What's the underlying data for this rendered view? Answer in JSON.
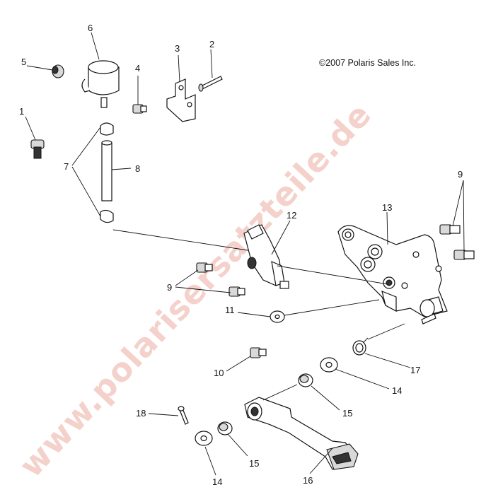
{
  "copyright": "©2007 Polaris Sales Inc.",
  "watermark": "www.polarisersatzteile.de",
  "callouts": {
    "c1": "1",
    "c2": "2",
    "c3": "3",
    "c4": "4",
    "c5": "5",
    "c6": "6",
    "c7": "7",
    "c8": "8",
    "c9a": "9",
    "c9b": "9",
    "c10": "10",
    "c11": "11",
    "c12": "12",
    "c13": "13",
    "c14a": "14",
    "c14b": "14",
    "c15a": "15",
    "c15b": "15",
    "c16": "16",
    "c17": "17",
    "c18": "18"
  }
}
